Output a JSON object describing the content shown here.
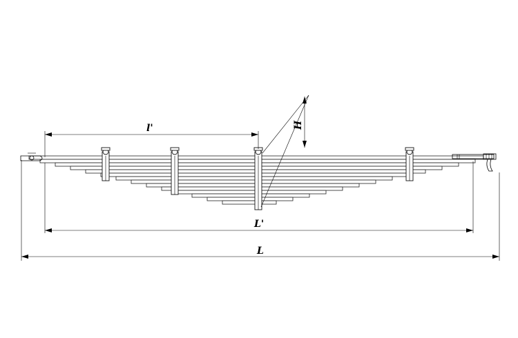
{
  "diagram": {
    "labels": {
      "half_length": "l'",
      "height": "H",
      "working_length": "L'",
      "full_length": "L"
    },
    "leaf_count": 14,
    "clamp_count": 4
  }
}
